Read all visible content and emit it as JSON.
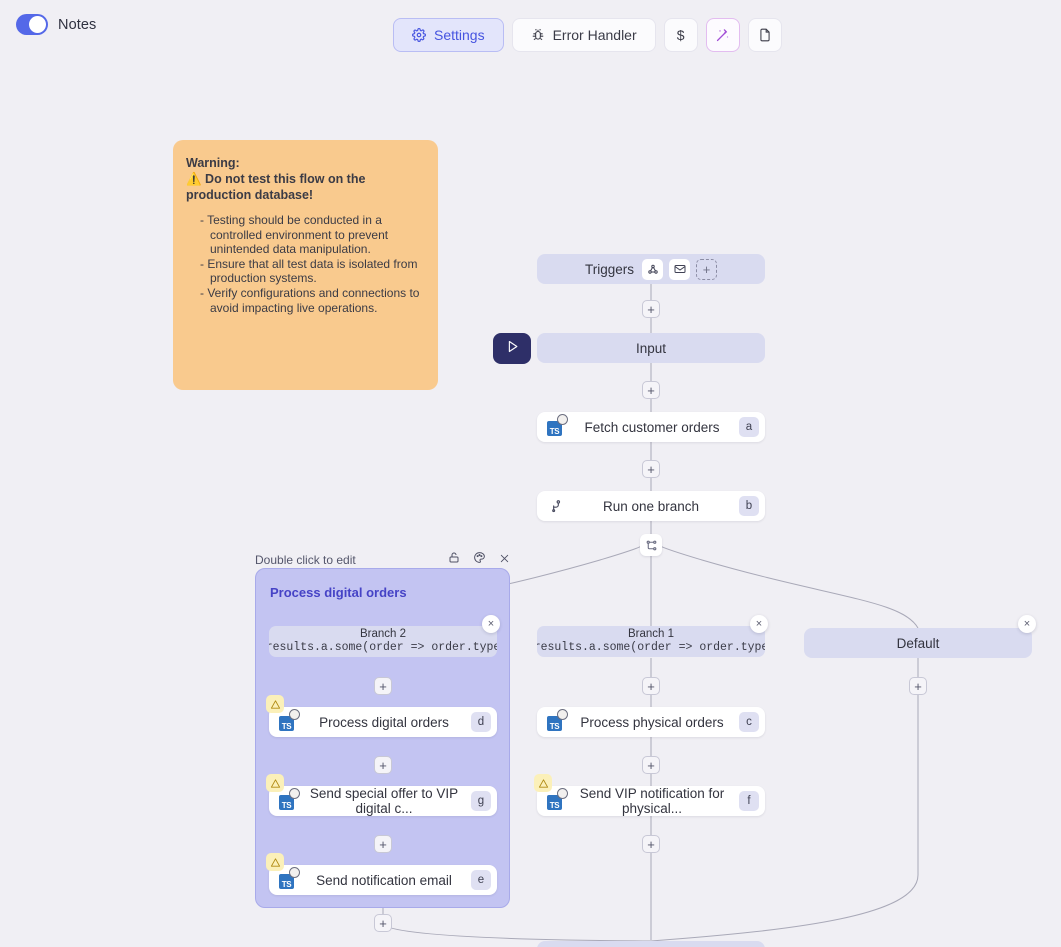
{
  "topbar": {
    "notes_toggle_label": "Notes",
    "notes_toggle_on": true,
    "buttons": [
      {
        "name": "settings",
        "label": "Settings",
        "icon": "gear-icon",
        "active": true
      },
      {
        "name": "error-handler",
        "label": "Error Handler",
        "icon": "bug-icon",
        "active": false
      },
      {
        "name": "cost",
        "label": "$",
        "icon": "dollar-icon",
        "active": false
      },
      {
        "name": "magic",
        "label": "",
        "icon": "magic-wand-icon",
        "active": false
      },
      {
        "name": "document",
        "label": "",
        "icon": "file-icon",
        "active": false
      }
    ]
  },
  "note": {
    "title": "Warning:",
    "headline": "⚠️ Do not test this flow on the production database!",
    "bullets": [
      "- Testing should be conducted in a controlled environment to prevent unintended data manipulation.",
      "- Ensure that all test data is isolated from production systems.",
      "- Verify configurations and connections to avoid impacting live operations."
    ],
    "color": "#f9ca8e"
  },
  "flow": {
    "triggers": {
      "label": "Triggers",
      "icons": [
        "webhook-icon",
        "envelope-icon"
      ],
      "add_label": "+"
    },
    "input": {
      "label": "Input"
    },
    "run_button": {
      "icon": "play-icon"
    },
    "nodes": [
      {
        "id": "a",
        "label": "Fetch customer orders",
        "badge": "a",
        "icon": "typescript-icon",
        "warning": false
      },
      {
        "id": "b",
        "label": "Run one branch",
        "badge": "b",
        "icon": "branch-icon",
        "warning": false
      },
      {
        "id": "c",
        "label": "Process physical orders",
        "badge": "c",
        "icon": "typescript-icon",
        "warning": false
      },
      {
        "id": "f",
        "label": "Send VIP notification for physical...",
        "badge": "f",
        "icon": "typescript-icon",
        "warning": true
      },
      {
        "id": "d",
        "label": "Process digital orders",
        "badge": "d",
        "icon": "typescript-icon",
        "warning": true
      },
      {
        "id": "g",
        "label": "Send special offer to VIP digital c...",
        "badge": "g",
        "icon": "typescript-icon",
        "warning": true
      },
      {
        "id": "e",
        "label": "Send notification email",
        "badge": "e",
        "icon": "typescript-icon",
        "warning": true
      }
    ],
    "branches": [
      {
        "name": "Branch 2",
        "expression": "results.a.some(order => order.type"
      },
      {
        "name": "Branch 1",
        "expression": "results.a.some(order => order.type"
      },
      {
        "name": "Default",
        "expression": ""
      }
    ],
    "group": {
      "hint": "Double click to edit",
      "title": "Process digital orders",
      "icons": [
        "unlock-icon",
        "palette-icon",
        "close-icon"
      ],
      "fill": "#c3c4f2"
    },
    "plus_label": "+",
    "close_label": "×"
  }
}
